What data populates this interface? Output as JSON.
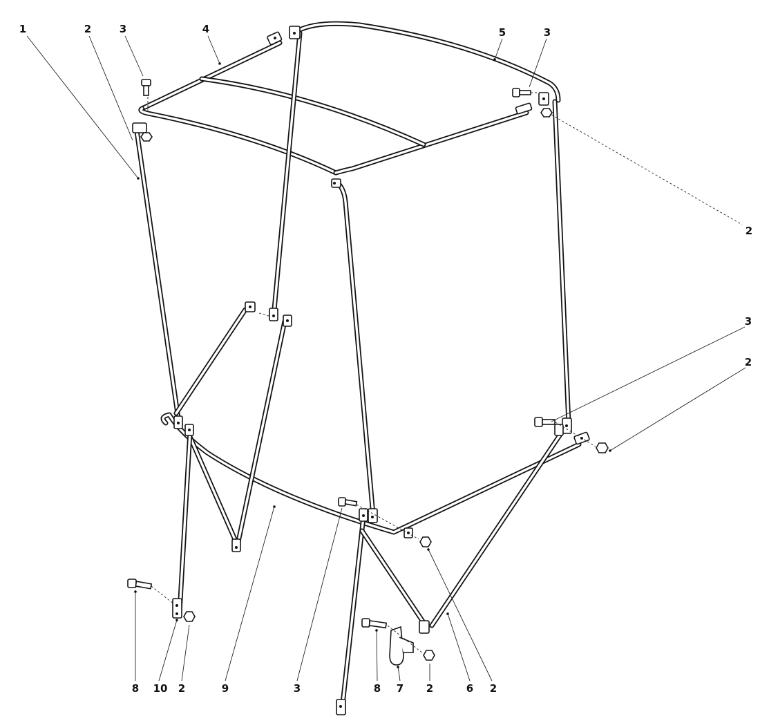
{
  "callouts": [
    {
      "id": "c1",
      "text": "1"
    },
    {
      "id": "c2",
      "text": "2"
    },
    {
      "id": "c3",
      "text": "3"
    },
    {
      "id": "c4",
      "text": "4"
    },
    {
      "id": "c5",
      "text": "5"
    },
    {
      "id": "c6",
      "text": "3"
    },
    {
      "id": "c7",
      "text": "2"
    },
    {
      "id": "c8",
      "text": "3"
    },
    {
      "id": "c9",
      "text": "2"
    },
    {
      "id": "c10",
      "text": "8"
    },
    {
      "id": "c11",
      "text": "10"
    },
    {
      "id": "c12",
      "text": "2"
    },
    {
      "id": "c13",
      "text": "9"
    },
    {
      "id": "c14",
      "text": "3"
    },
    {
      "id": "c15",
      "text": "8"
    },
    {
      "id": "c16",
      "text": "7"
    },
    {
      "id": "c17",
      "text": "2"
    },
    {
      "id": "c18",
      "text": "6"
    },
    {
      "id": "c19",
      "text": "2"
    }
  ]
}
